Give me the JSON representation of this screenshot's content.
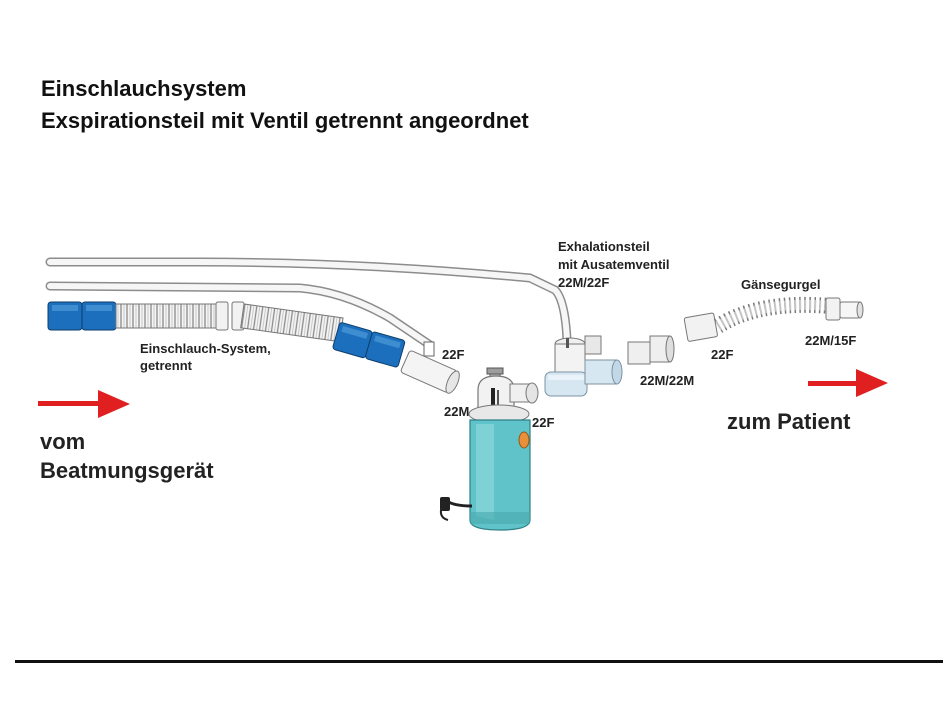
{
  "title": {
    "line1": "Einschlauchsystem",
    "line2": "Exspirationsteil mit Ventil getrennt angeordnet"
  },
  "labels": {
    "exhalation_line1": "Exhalationsteil",
    "exhalation_line2": "mit Ausatemventil",
    "exhalation_line3": "22M/22F",
    "goose_neck": "Gänsegurgel",
    "goose_connector": "22M/15F",
    "tube_line1": "Einschlauch-System,",
    "tube_line2": "getrennt",
    "port_upper_22f": "22F",
    "port_humidifier_22m": "22M",
    "port_humidifier_22f": "22F",
    "adapter_22m22m": "22M/22M",
    "adapter_22f": "22F",
    "from_line1": "vom",
    "from_line2": "Beatmungsgerät",
    "to_patient": "zum Patient"
  },
  "colors": {
    "arrow_red": "#e02020",
    "connector_blue": "#1b6fbd",
    "humidifier_teal": "#5fc3c9",
    "valve_blue": "#d6e7f1",
    "tube_gray": "#9a9a9a",
    "knob_orange": "#e8913a",
    "rule": "#111111"
  }
}
